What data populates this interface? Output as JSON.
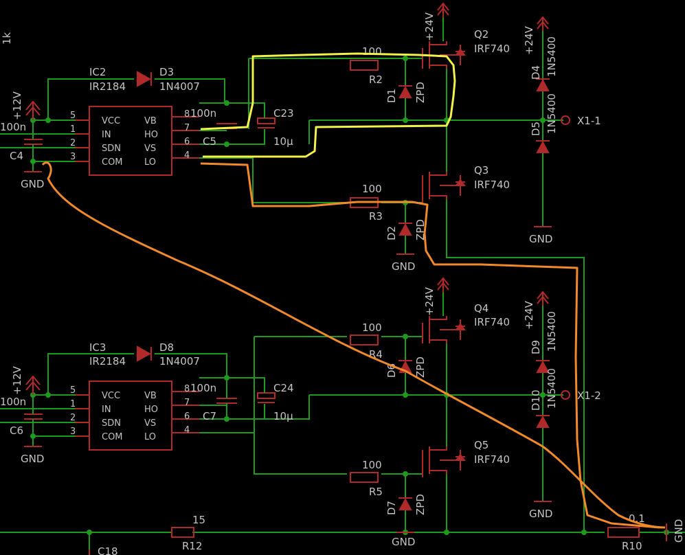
{
  "colors": {
    "background": "#000000",
    "wire": "#1e9a1e",
    "part": "#b02a2a",
    "text": "#c4c4c4",
    "highlight_yellow": "#f2f24a",
    "highlight_orange": "#f08a2a"
  },
  "stray": {
    "k1": "1k",
    "c18": "C18"
  },
  "ic2": {
    "name": "IC2",
    "value": "IR2184",
    "pins_left": [
      "VCC",
      "IN",
      "SDN",
      "COM"
    ],
    "pins_right": [
      "VB",
      "HO",
      "VS",
      "LO"
    ],
    "nums_left": [
      "5",
      "1",
      "2",
      "3"
    ],
    "nums_right": [
      "8",
      "7",
      "6",
      "4"
    ]
  },
  "ic3": {
    "name": "IC3",
    "value": "IR2184",
    "pins_left": [
      "VCC",
      "IN",
      "SDN",
      "COM"
    ],
    "pins_right": [
      "VB",
      "HO",
      "VS",
      "LO"
    ],
    "nums_left": [
      "5",
      "1",
      "2",
      "3"
    ],
    "nums_right": [
      "8",
      "7",
      "6",
      "4"
    ]
  },
  "d3": {
    "name": "D3",
    "value": "1N4007"
  },
  "d8": {
    "name": "D8",
    "value": "1N4007"
  },
  "c4": {
    "name": "C4",
    "value": "100n"
  },
  "c5": {
    "name": "C5",
    "value": "100n"
  },
  "c6": {
    "name": "C6",
    "value": "100n"
  },
  "c7": {
    "name": "C7",
    "value": "100n"
  },
  "c23": {
    "name": "C23",
    "value": "10µ"
  },
  "c24": {
    "name": "C24",
    "value": "10µ"
  },
  "r2": {
    "name": "R2",
    "value": "100"
  },
  "r3": {
    "name": "R3",
    "value": "100"
  },
  "r4": {
    "name": "R4",
    "value": "100"
  },
  "r5": {
    "name": "R5",
    "value": "100"
  },
  "r10": {
    "name": "R10",
    "value": "0.1"
  },
  "r12": {
    "name": "R12",
    "value": "15"
  },
  "q2": {
    "name": "Q2",
    "value": "IRF740"
  },
  "q3": {
    "name": "Q3",
    "value": "IRF740"
  },
  "q4": {
    "name": "Q4",
    "value": "IRF740"
  },
  "q5": {
    "name": "Q5",
    "value": "IRF740"
  },
  "d1": {
    "name": "D1",
    "value": "ZPD"
  },
  "d2": {
    "name": "D2",
    "value": "ZPD"
  },
  "d6": {
    "name": "D6",
    "value": "ZPD"
  },
  "d7": {
    "name": "D7",
    "value": "ZPD"
  },
  "d4": {
    "name": "D4",
    "value": "1N5400"
  },
  "d5": {
    "name": "D5",
    "value": "1N5400"
  },
  "d9": {
    "name": "D9",
    "value": "1N5400"
  },
  "d10": {
    "name": "D10",
    "value": "1N5400"
  },
  "supplies": {
    "p12": "+12V",
    "p24": "+24V",
    "gnd": "GND"
  },
  "connectors": {
    "x11": "X1-1",
    "x12": "X1-2"
  }
}
